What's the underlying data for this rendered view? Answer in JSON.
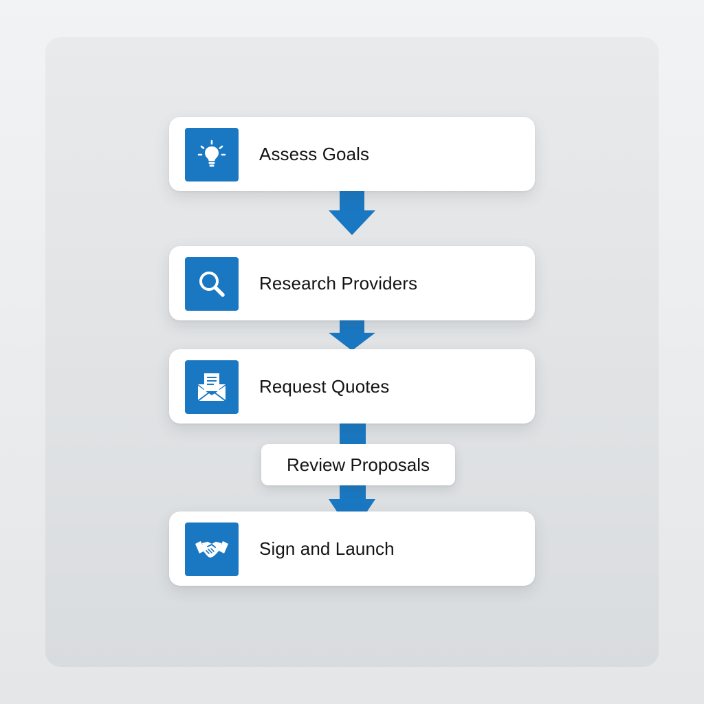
{
  "colors": {
    "accent": "#1a78c2",
    "card": "#ffffff",
    "text": "#141414"
  },
  "steps": [
    {
      "label": "Assess Goals",
      "icon": "lightbulb-icon"
    },
    {
      "label": "Research Providers",
      "icon": "search-icon"
    },
    {
      "label": "Request Quotes",
      "icon": "envelope-document-icon"
    },
    {
      "label": "Sign and Launch",
      "icon": "handshake-icon"
    }
  ],
  "review_label": "Review Proposals"
}
